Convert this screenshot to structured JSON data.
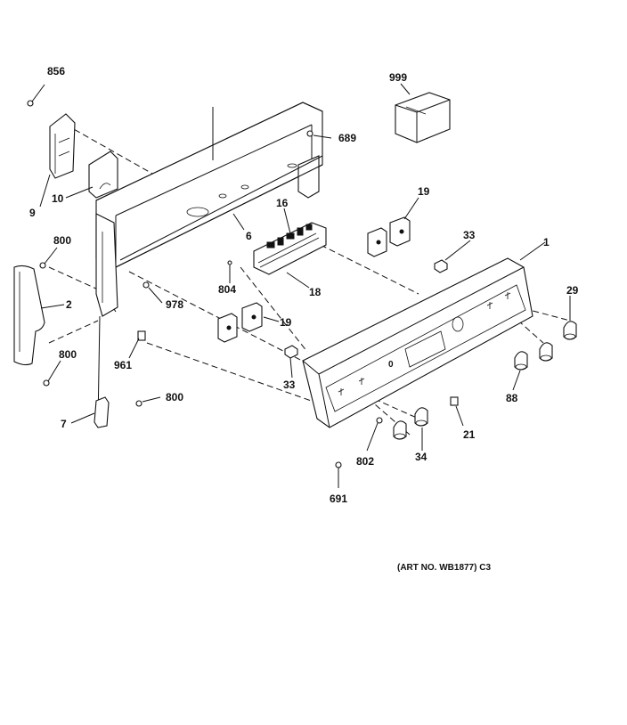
{
  "diagram": {
    "callouts": {
      "c856": "856",
      "c9": "9",
      "c10": "10",
      "c999": "999",
      "c689": "689",
      "c6": "6",
      "c16": "16",
      "c19a": "19",
      "c19b": "19",
      "c33a": "33",
      "c33b": "33",
      "c1": "1",
      "c800a": "800",
      "c800b": "800",
      "c800c": "800",
      "c2": "2",
      "c978": "978",
      "c804": "804",
      "c18": "18",
      "c29": "29",
      "c961": "961",
      "c88": "88",
      "c7": "7",
      "c21": "21",
      "c802": "802",
      "c34": "34",
      "c691": "691"
    },
    "art_number": "(ART NO. WB1877) C3"
  }
}
